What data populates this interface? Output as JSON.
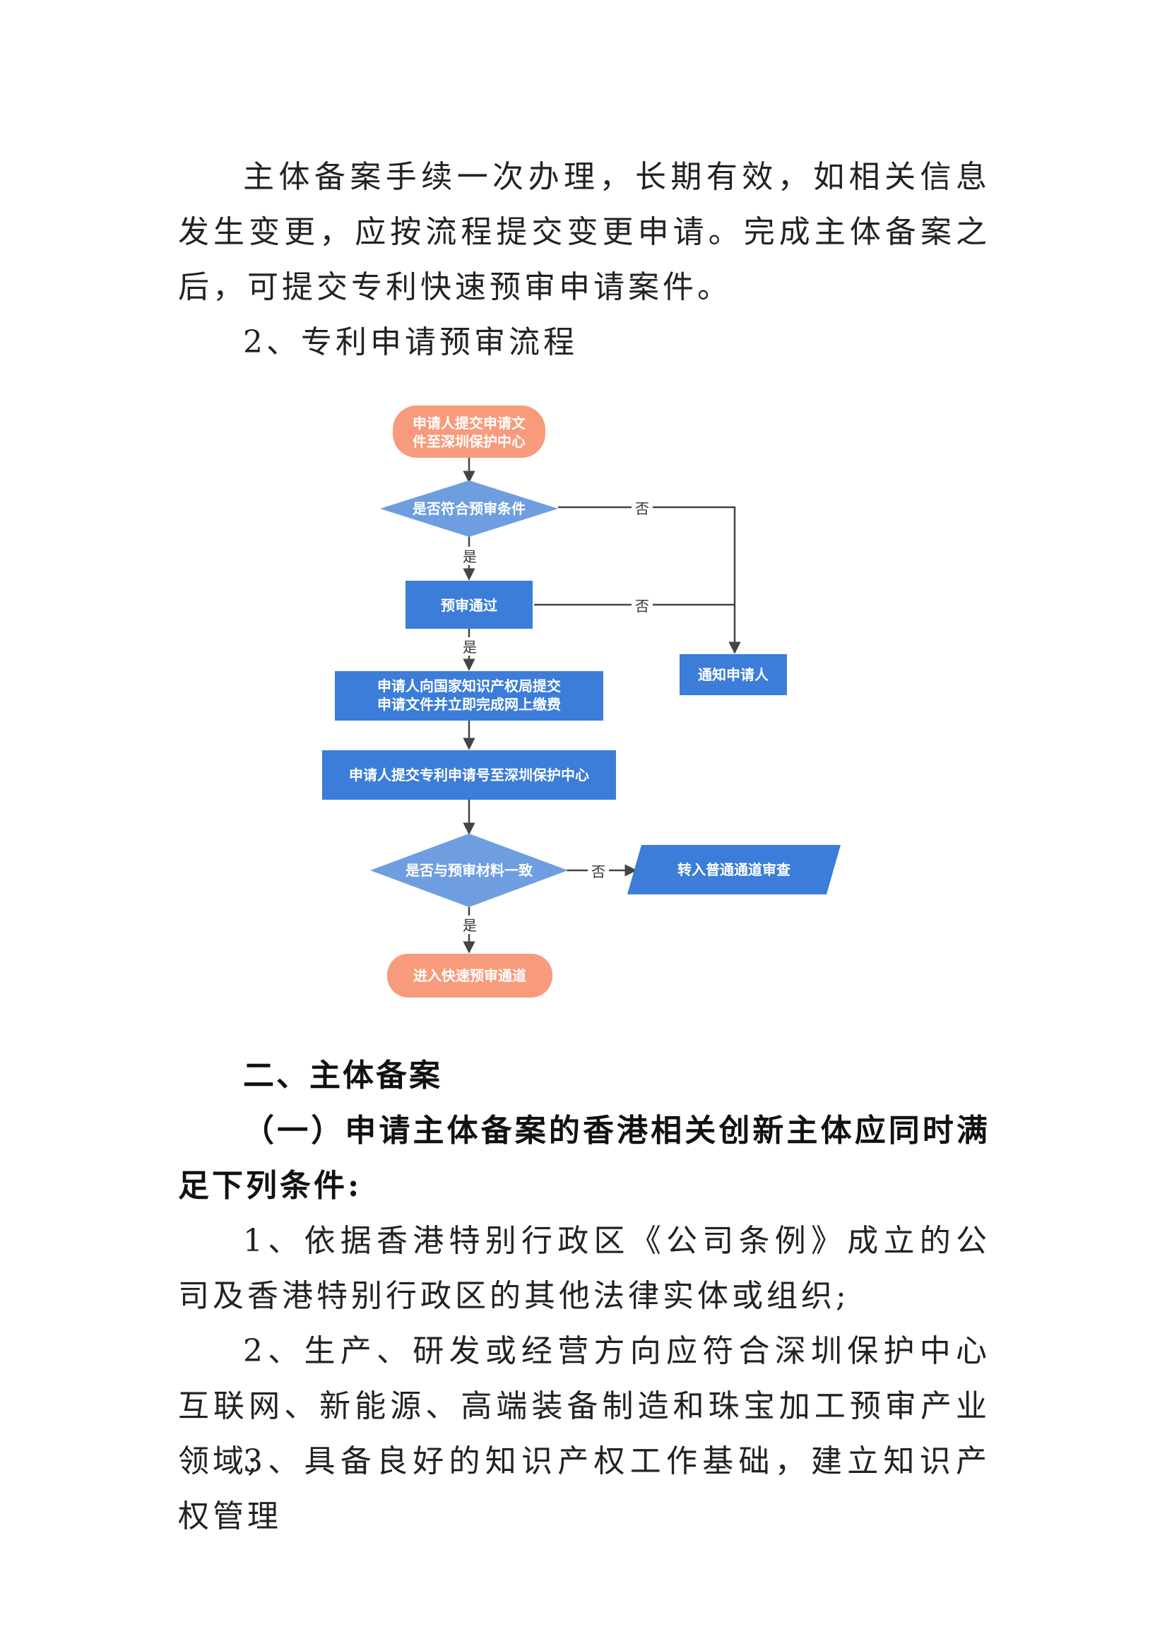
{
  "paragraphs": {
    "p1": "主体备案手续一次办理，长期有效，如相关信息发生变更，应按流程提交变更申请。完成主体备案之后，可提交专利快速预审申请案件。",
    "p2": "2、专利申请预审流程"
  },
  "flowchart": {
    "nodes": {
      "start": [
        "申请人提交申请文",
        "件至深圳保护中心"
      ],
      "cond1": "是否符合预审条件",
      "pass": "预审通过",
      "submit": [
        "申请人向国家知识产权局提交",
        "申请文件并立即完成网上缴费"
      ],
      "notify": "通知申请人",
      "submitno": "申请人提交专利申请号至深圳保护中心",
      "cond2": "是否与预审材料一致",
      "normal": "转入普通通道审查",
      "end": "进入快速预审通道"
    },
    "labels": {
      "yes": "是",
      "no": "否"
    },
    "colors": {
      "blue": "#3b7dd8",
      "blue_light": "#6f9ee0",
      "orange": "#f79b7c",
      "line": "#444444"
    }
  },
  "section": {
    "heading": "二、主体备案",
    "sub1": "（一）申请主体备案的香港相关创新主体应同时满足下列条件:",
    "item1": "1、依据香港特别行政区《公司条例》成立的公司及香港特别行政区的其他法律实体或组织;",
    "item2": "2、生产、研发或经营方向应符合深圳保护中心互联网、新能源、高端装备制造和珠宝加工预审产业领域;",
    "item3": "3、具备良好的知识产权工作基础，建立知识产权管理"
  }
}
